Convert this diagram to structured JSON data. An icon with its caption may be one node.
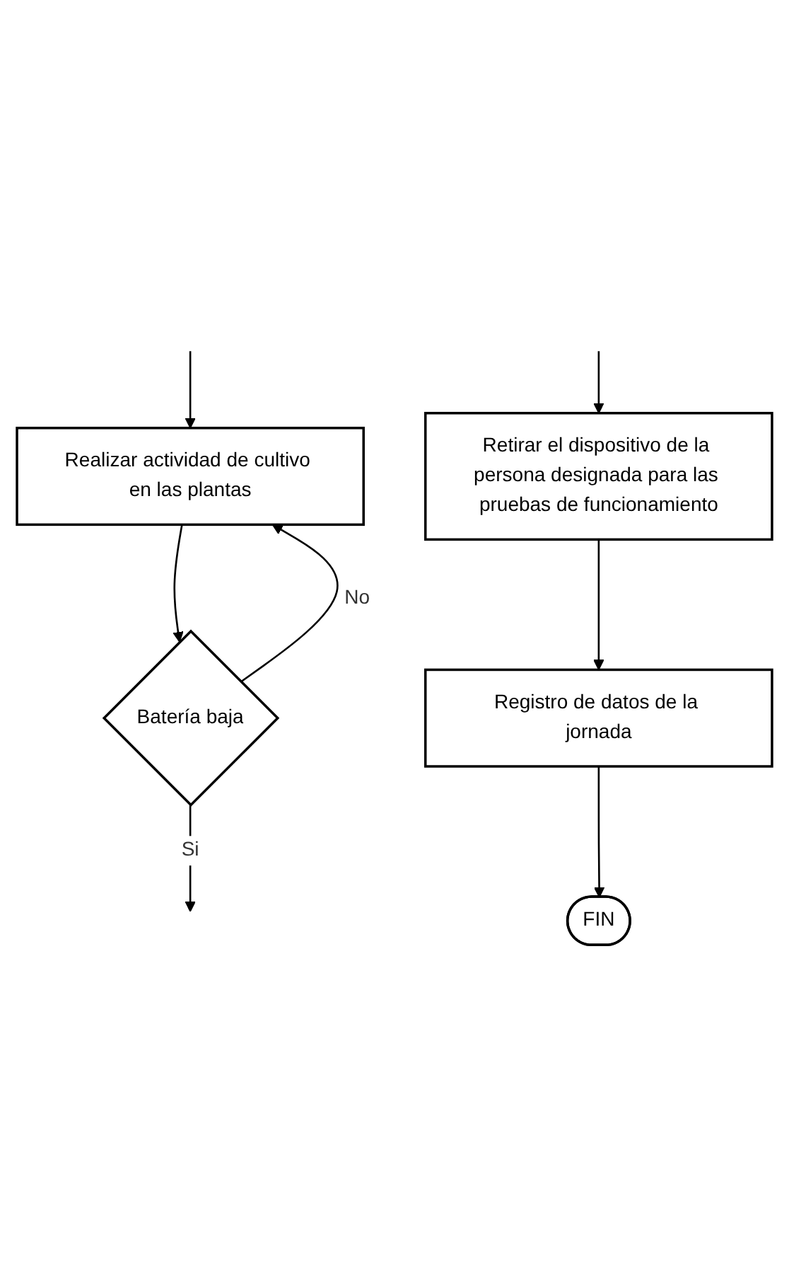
{
  "diagram": {
    "nodes": [
      {
        "text": [
          "Realizar actividad de cultivo en las plantas"
        ]
      },
      {
        "text": [
          "Batería baja"
        ]
      },
      {
        "text": [
          "Retirar el dispositivo de la persona designada para las pruebas de funcionamiento"
        ]
      },
      {
        "text": [
          "Registro de datos de la jornada"
        ]
      },
      {
        "text": [
          "FIN"
        ]
      }
    ],
    "edges": [
      {
        "from": null,
        "to": 0,
        "arrow": "to"
      },
      {
        "from": 0,
        "to": 1,
        "arrow": "to"
      },
      {
        "from": 1,
        "to": 0,
        "arrow": "to",
        "label": "No"
      },
      {
        "from": 1,
        "to": null,
        "arrow": "to",
        "label": "Si"
      },
      {
        "from": null,
        "to": 2,
        "arrow": "to"
      },
      {
        "from": 2,
        "to": 3,
        "arrow": "to"
      },
      {
        "from": 3,
        "to": 4,
        "arrow": "to"
      }
    ]
  }
}
